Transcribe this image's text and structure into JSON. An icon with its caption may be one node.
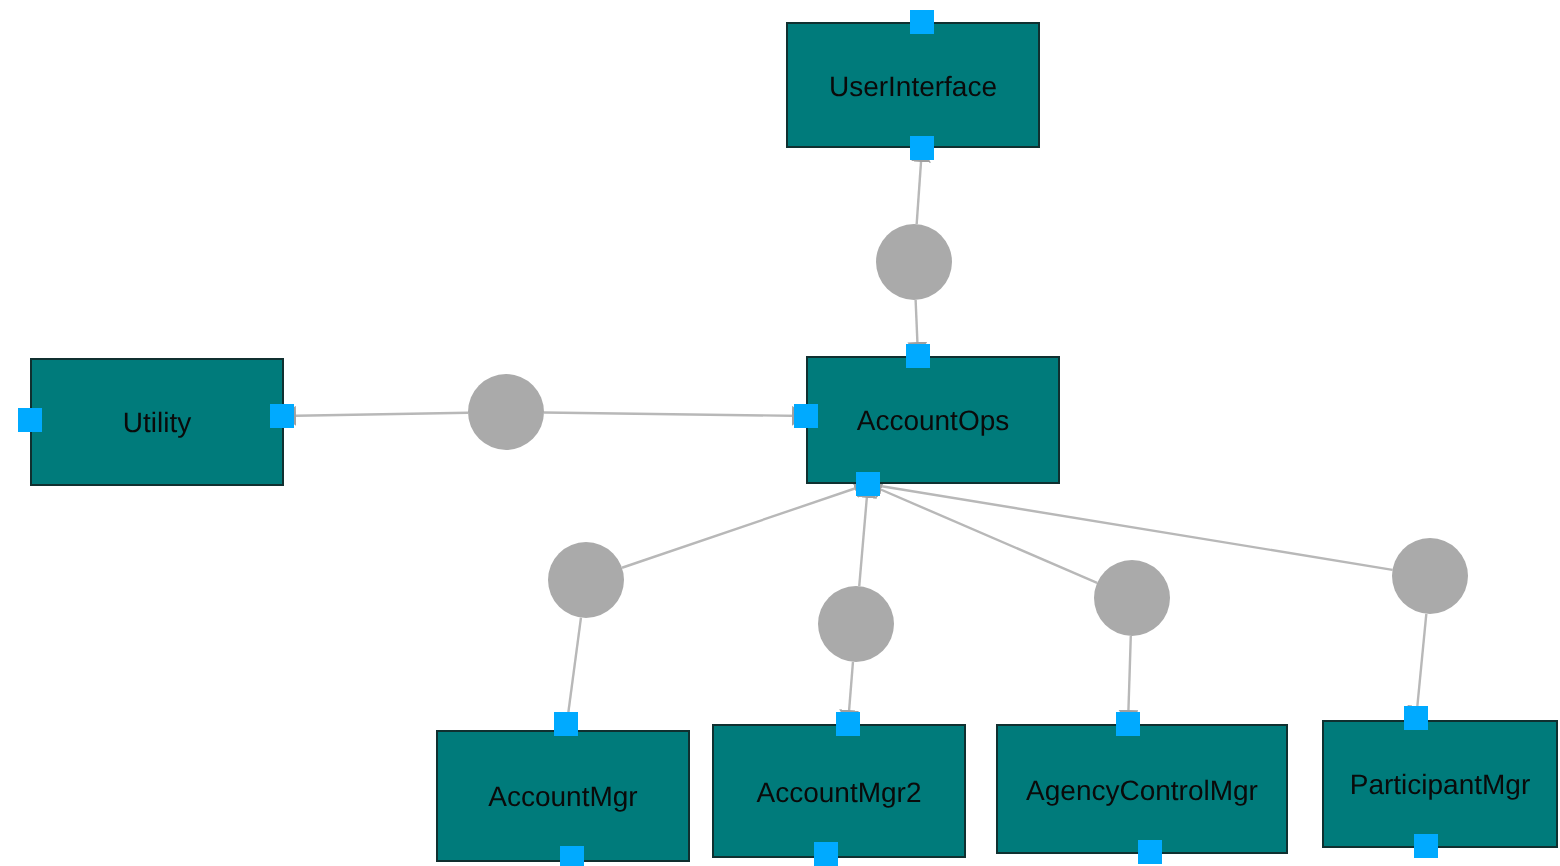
{
  "diagram": {
    "nodes": [
      {
        "text": [
          "UserInterface"
        ]
      },
      {
        "text": [
          "Utility"
        ]
      },
      {
        "text": [
          "AccountOps"
        ]
      },
      {
        "text": [
          "AccountMgr"
        ]
      },
      {
        "text": [
          "AccountMgr2"
        ]
      },
      {
        "text": [
          "AgencyControlMgr"
        ]
      },
      {
        "text": [
          "ParticipantMgr"
        ]
      },
      {
        "text": [],
        "shape": "circle"
      },
      {
        "text": [],
        "shape": "circle"
      },
      {
        "text": [],
        "shape": "circle"
      },
      {
        "text": [],
        "shape": "circle"
      },
      {
        "text": [],
        "shape": "circle"
      },
      {
        "text": [],
        "shape": "circle"
      }
    ],
    "edges": [
      {
        "from": 10,
        "to": 0,
        "arrow": "to"
      },
      {
        "from": 10,
        "to": 2,
        "arrow": "to"
      },
      {
        "from": 7,
        "to": 1,
        "arrow": "to"
      },
      {
        "from": 7,
        "to": 2,
        "arrow": "to"
      },
      {
        "from": 8,
        "to": 2,
        "arrow": "to"
      },
      {
        "from": 8,
        "to": 3,
        "arrow": "to"
      },
      {
        "from": 9,
        "to": 2,
        "arrow": "to"
      },
      {
        "from": 9,
        "to": 4,
        "arrow": "to"
      },
      {
        "from": 11,
        "to": 2,
        "arrow": "to"
      },
      {
        "from": 11,
        "to": 5,
        "arrow": "to"
      },
      {
        "from": 12,
        "to": 2,
        "arrow": "to"
      },
      {
        "from": 12,
        "to": 6,
        "arrow": "to"
      }
    ]
  }
}
